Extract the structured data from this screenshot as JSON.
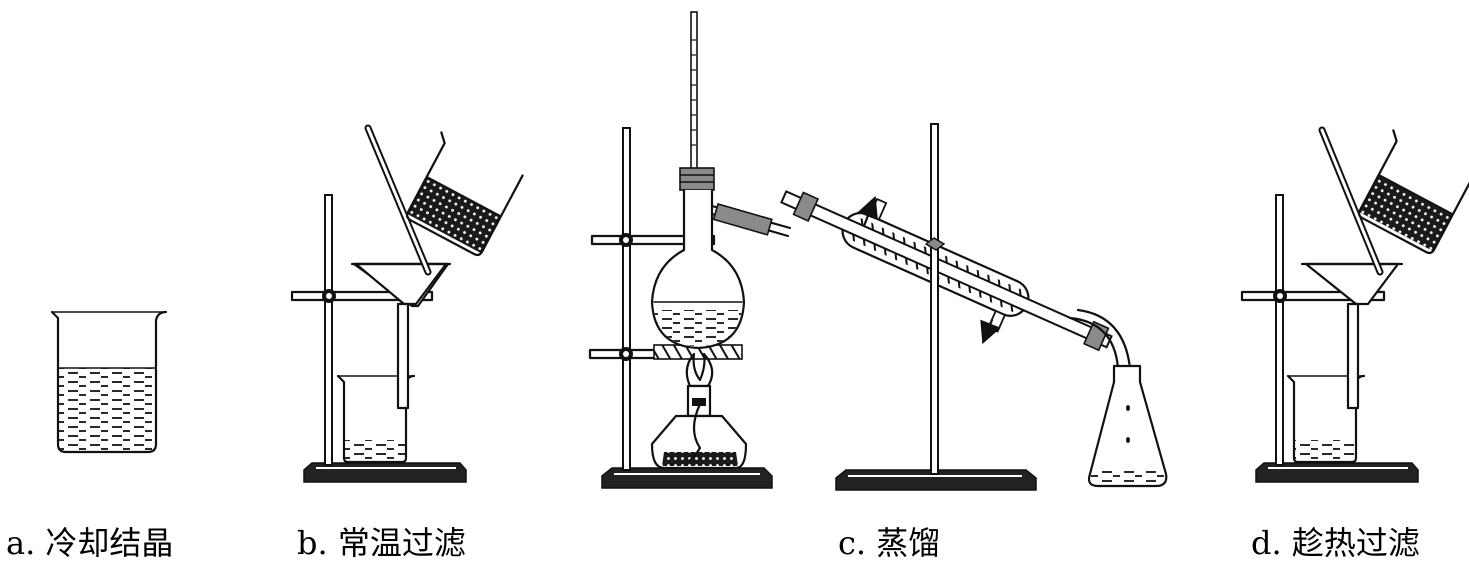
{
  "captions": {
    "a": "a. 冷却结晶",
    "b": "b. 常温过滤",
    "c": "c. 蒸馏",
    "d": "d. 趁热过滤"
  }
}
